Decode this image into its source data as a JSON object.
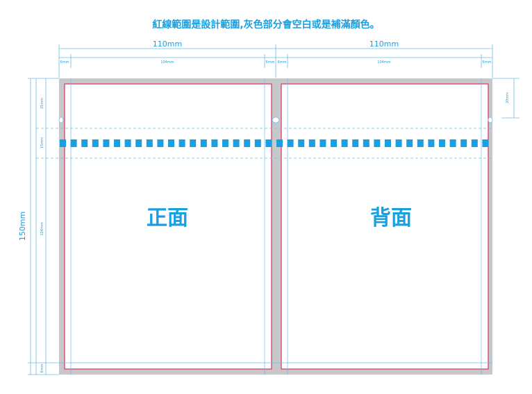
{
  "title": "紅線範圍是設計範圍,灰色部分會空白或是補滿顏色。",
  "width_total_left": "110mm",
  "width_total_right": "110mm",
  "margin_label": "6mm",
  "inner_width_label": "104mm",
  "height_total": "150mm",
  "top_section": "25mm",
  "perf_section": "15mm",
  "body_section": "104mm",
  "bottom_margin": "6mm",
  "right_note": "20mm",
  "front_label": "正面",
  "back_label": "背面",
  "colors": {
    "accent": "#1a9fe0",
    "design_line": "#d6336c",
    "gray_bleed": "#c7c8ca",
    "guide": "#6bbbe8"
  }
}
